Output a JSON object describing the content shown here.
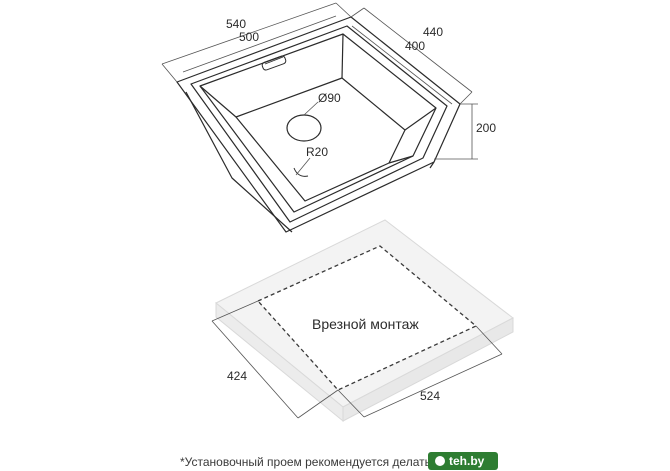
{
  "sink_drawing": {
    "dim_outer_width": "540",
    "dim_inner_width": "500",
    "dim_outer_depth": "440",
    "dim_inner_depth": "400",
    "dim_drain_diameter": "Ø90",
    "dim_corner_radius": "R20",
    "dim_height": "200"
  },
  "cutout_drawing": {
    "label": "Врезной монтаж",
    "dim_depth": "424",
    "dim_width": "524"
  },
  "footnote": {
    "text": "*Установочный проем рекомендуется делать с изделием"
  },
  "watermark": {
    "text": "teh.by",
    "color": "#2e7d32"
  }
}
